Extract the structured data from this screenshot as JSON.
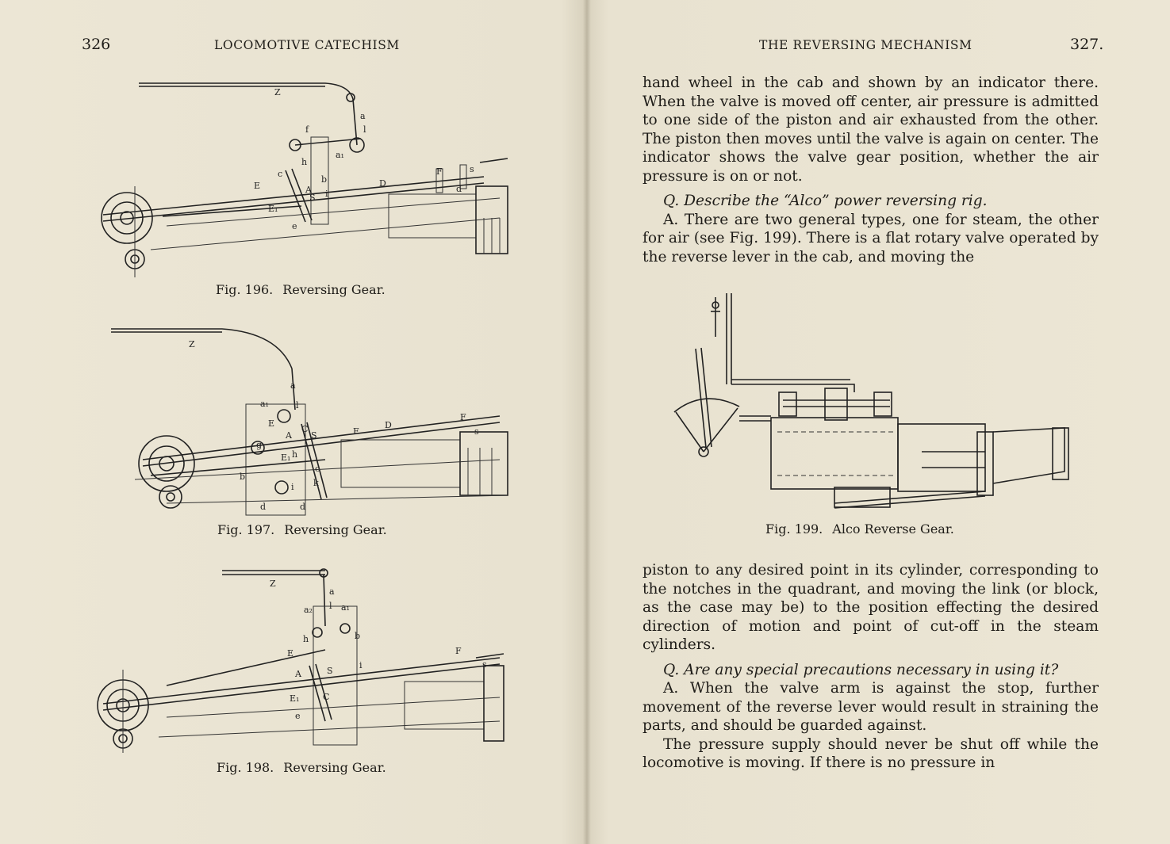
{
  "left_page": {
    "page_number": "326",
    "running_head": "LOCOMOTIVE CATECHISM",
    "figures": [
      {
        "label": "Fig. 196.",
        "title": "Reversing Gear."
      },
      {
        "label": "Fig. 197.",
        "title": "Reversing Gear."
      },
      {
        "label": "Fig. 198.",
        "title": "Reversing Gear."
      }
    ]
  },
  "right_page": {
    "page_number": "327.",
    "running_head": "THE REVERSING MECHANISM",
    "para1": "hand wheel in the cab and shown by an indicator there. When the valve is moved off center, air pressure is admitted to one side of the piston and air exhausted from the other. The piston then moves until the valve is again on center. The indicator shows the valve gear position, whether the air pressure is on or not.",
    "q1": "Q. Describe the “Alco” power reversing rig.",
    "a1": "A. There are two general types, one for steam, the other for air (see Fig. 199). There is a flat rotary valve operated by the reverse lever in the cab, and moving the",
    "figure": {
      "label": "Fig. 199.",
      "title": "Alco Reverse Gear."
    },
    "para2": "piston to any desired point in its cylinder, corresponding to the notches in the quadrant, and moving the link (or block, as the case may be) to the position effecting the desired direction of motion and point of cut-off in the steam cylinders.",
    "q2": "Q. Are any special precautions necessary in using it?",
    "a2": "A. When the valve arm is against the stop, further movement of the reverse lever would result in straining the parts, and should be guarded against.",
    "para3": "The pressure supply should never be shut off while the locomotive is moving. If there is no pressure in"
  },
  "diagram_labels": {
    "fig196": [
      "Z",
      "a",
      "l",
      "f",
      "a₁",
      "h",
      "c",
      "b",
      "E",
      "A",
      "S",
      "i",
      "D",
      "F",
      "s",
      "d",
      "E₁",
      "e"
    ],
    "fig197": [
      "Z",
      "a",
      "a₁",
      "l",
      "E",
      "A",
      "C",
      "S",
      "F",
      "D",
      "F",
      "s",
      "g",
      "E₁",
      "h",
      "b",
      "i",
      "k",
      "c",
      "d",
      "d"
    ],
    "fig198": [
      "Z",
      "a",
      "a₂",
      "l",
      "a₁",
      "h",
      "b",
      "E",
      "A",
      "S",
      "i",
      "F",
      "s",
      "C",
      "E₁",
      "e"
    ]
  }
}
